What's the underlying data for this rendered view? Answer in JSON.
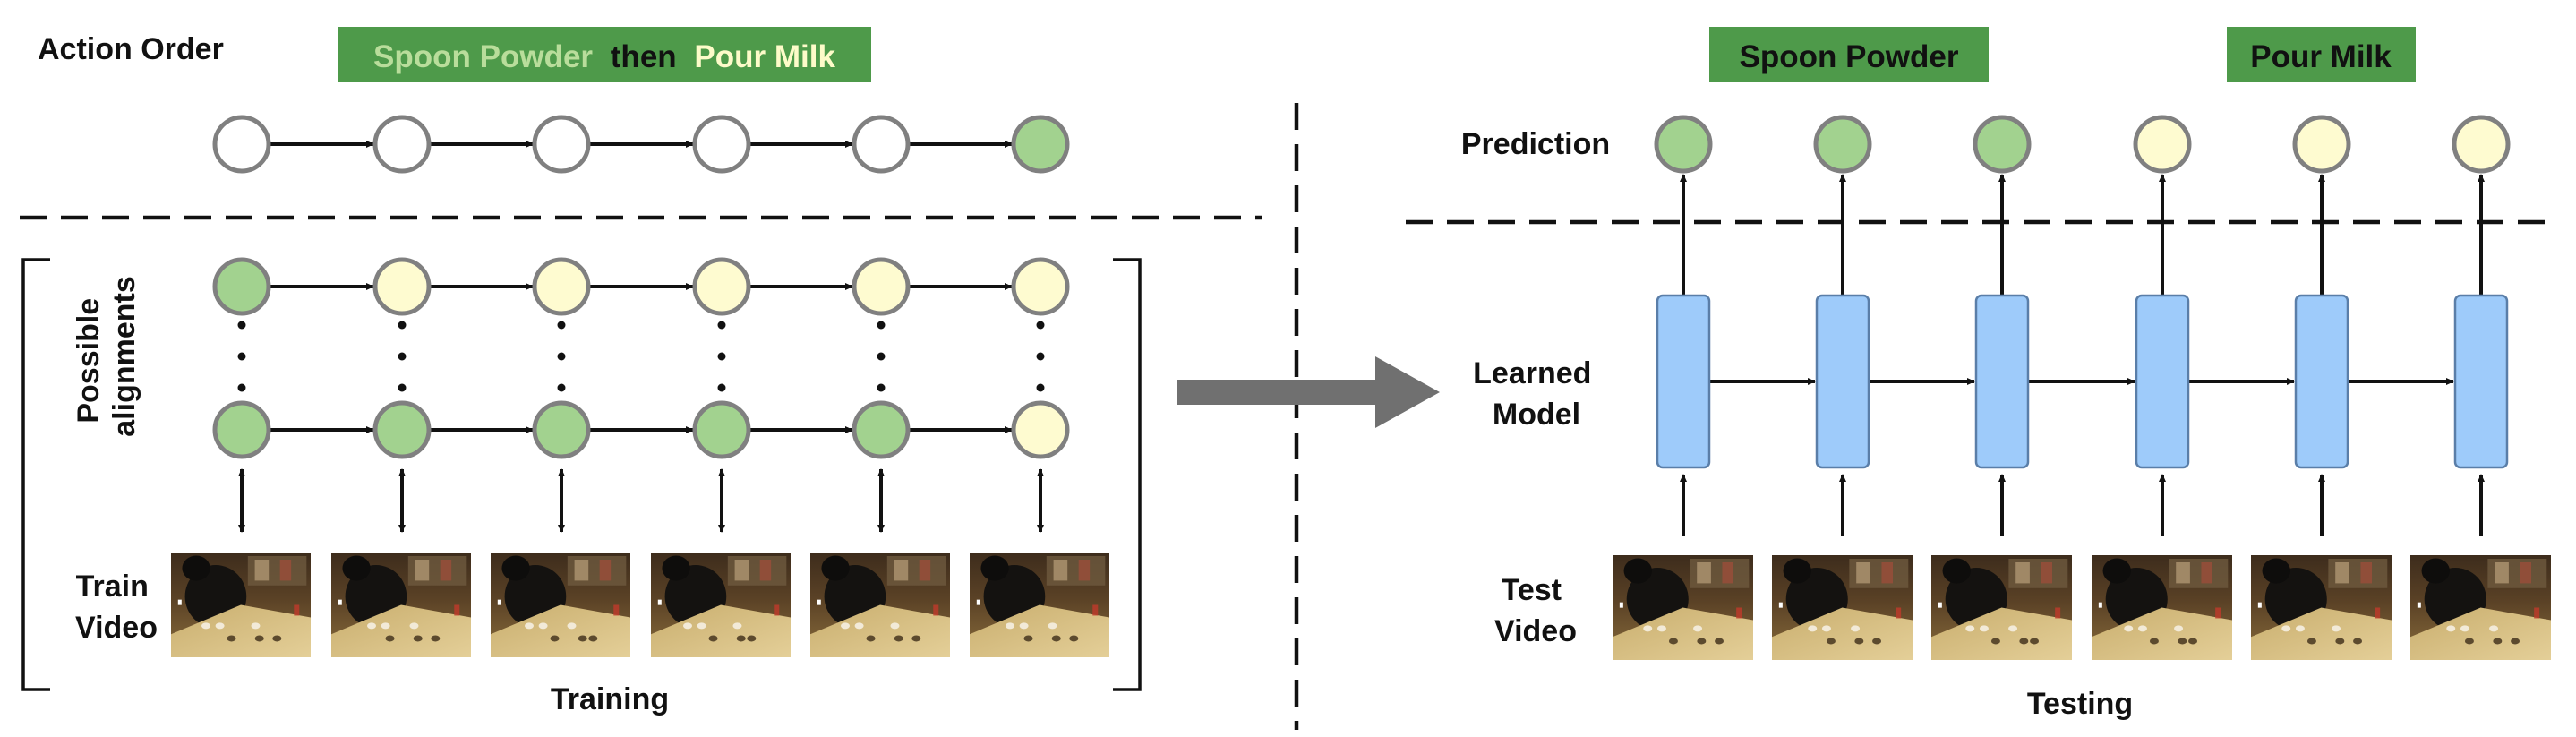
{
  "labels": {
    "action_order": "Action Order",
    "order_prefix": "Spoon Powder",
    "order_then": "then",
    "order_suffix": "Pour Milk",
    "possible": "Possible",
    "alignments": "alignments",
    "train": "Train",
    "train_video": "Video",
    "training": "Training",
    "prediction": "Prediction",
    "learned": "Learned",
    "model": "Model",
    "test": "Test",
    "test_video": "Video",
    "testing": "Testing",
    "pred_box_1": "Spoon Powder",
    "pred_box_2": "Pour Milk"
  },
  "colors": {
    "green_box": "#4e9a4a",
    "green_text": "#b9dd9b",
    "yellow_text": "#fdfbc9",
    "green_node": "#a2d28f",
    "yellow_node": "#fefbd0",
    "white_node": "#ffffff",
    "node_stroke": "#808080",
    "model_fill": "#9ecbfa",
    "model_stroke": "#5a7ea8",
    "big_arrow": "#707070"
  },
  "diagram": {
    "steps": 6,
    "action_order_nodes": [
      "white",
      "white",
      "white",
      "white",
      "white",
      "green"
    ],
    "alignment_top_nodes": [
      "green",
      "yellow",
      "yellow",
      "yellow",
      "yellow",
      "yellow"
    ],
    "alignment_bottom_nodes": [
      "green",
      "green",
      "green",
      "green",
      "green",
      "yellow"
    ],
    "prediction_nodes": [
      "green",
      "green",
      "green",
      "yellow",
      "yellow",
      "yellow"
    ]
  }
}
